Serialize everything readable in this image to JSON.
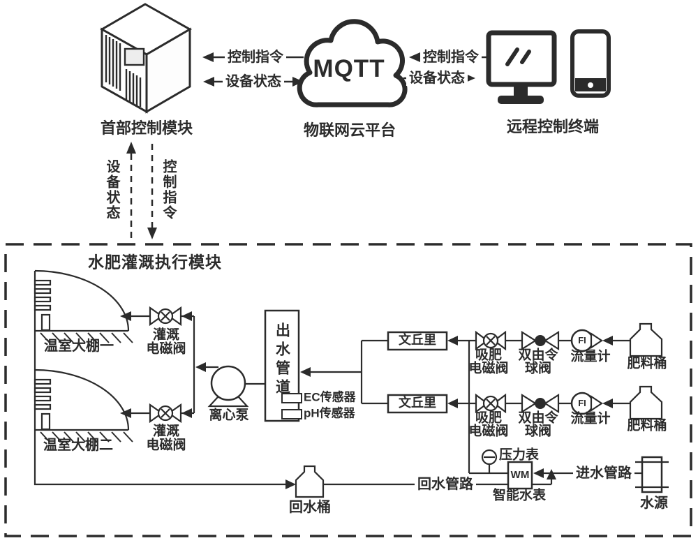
{
  "colors": {
    "ink": "#2b2b2b",
    "bg": "#ffffff"
  },
  "top": {
    "server_label": "首部控制模块",
    "cloud_text": "MQTT",
    "cloud_label": "物联网云平台",
    "terminal_label": "远程控制终端",
    "cmd_label": "控制指令",
    "status_label": "设备状态"
  },
  "module": {
    "title": "水肥灌溉执行模块",
    "greenhouse1": "温室大棚一",
    "greenhouse2": "温室大棚二",
    "irrigation_valve_l1": "灌溉",
    "irrigation_valve_l2": "电磁阀",
    "pump": "离心泵",
    "outlet_pipe": "出水管道",
    "ec_sensor": "EC传感器",
    "ph_sensor": "pH传感器",
    "venturi": "文丘里",
    "suction_valve_l1": "吸肥",
    "suction_valve_l2": "电磁阀",
    "ball_valve_l1": "双由令",
    "ball_valve_l2": "球阀",
    "flow_meter_symbol": "FI",
    "flow_meter": "流量计",
    "fertilizer_tank": "肥料桶",
    "return_tank": "回水桶",
    "return_pipe": "回水管路",
    "pressure_gauge": "压力表",
    "water_meter_symbol": "WM",
    "water_meter": "智能水表",
    "inlet_pipe": "进水管路",
    "water_source": "水源"
  }
}
